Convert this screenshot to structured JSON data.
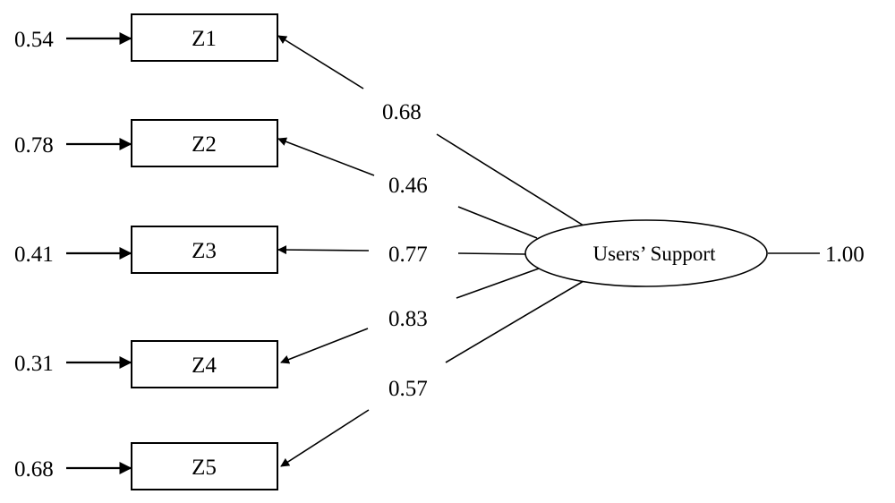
{
  "indicators": [
    {
      "name": "Z1",
      "error": "0.54",
      "loading": "0.68"
    },
    {
      "name": "Z2",
      "error": "0.78",
      "loading": "0.46"
    },
    {
      "name": "Z3",
      "error": "0.41",
      "loading": "0.77"
    },
    {
      "name": "Z4",
      "error": "0.31",
      "loading": "0.83"
    },
    {
      "name": "Z5",
      "error": "0.68",
      "loading": "0.57"
    }
  ],
  "latent": {
    "label": "Users’ Support",
    "variance": "1.00"
  }
}
